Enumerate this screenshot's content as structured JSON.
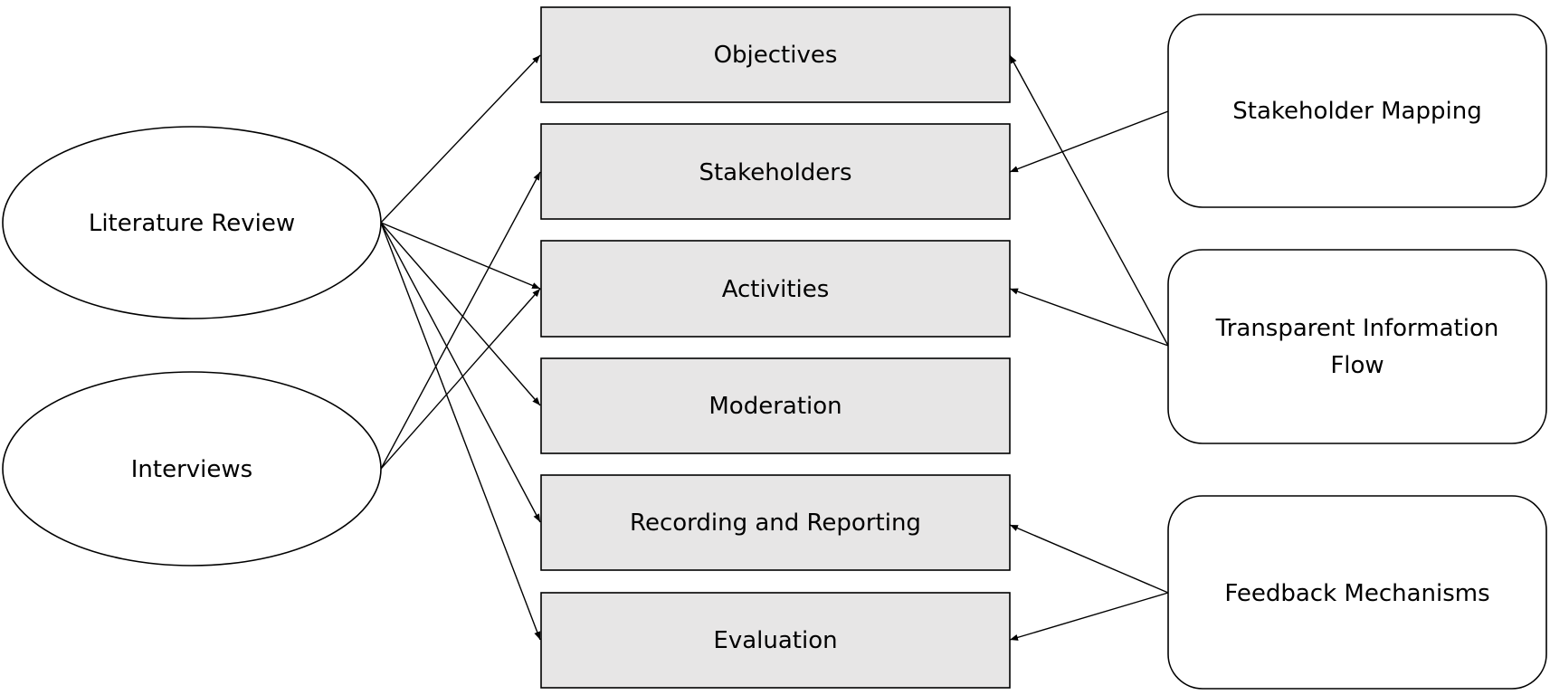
{
  "colors": {
    "block_fill": "#e7e6e6",
    "background": "#ffffff",
    "stroke": "#000000"
  },
  "sources": {
    "literature_review": "Literature Review",
    "interviews": "Interviews"
  },
  "elements": {
    "objectives": "Objectives",
    "stakeholders": "Stakeholders",
    "activities": "Activities",
    "moderation": "Moderation",
    "recording_reporting": "Recording and Reporting",
    "evaluation": "Evaluation"
  },
  "principles": {
    "stakeholder_mapping": "Stakeholder Mapping",
    "transparent_flow_line1": "Transparent Information",
    "transparent_flow_line2": "Flow",
    "feedback_mechanisms": "Feedback Mechanisms"
  },
  "connections": [
    {
      "from": "literature_review",
      "to": "objectives"
    },
    {
      "from": "literature_review",
      "to": "activities"
    },
    {
      "from": "literature_review",
      "to": "moderation"
    },
    {
      "from": "literature_review",
      "to": "recording_reporting"
    },
    {
      "from": "literature_review",
      "to": "evaluation"
    },
    {
      "from": "interviews",
      "to": "stakeholders"
    },
    {
      "from": "interviews",
      "to": "activities"
    },
    {
      "from": "stakeholder_mapping",
      "to": "stakeholders"
    },
    {
      "from": "transparent_flow",
      "to": "objectives"
    },
    {
      "from": "transparent_flow",
      "to": "activities"
    },
    {
      "from": "feedback_mechanisms",
      "to": "recording_reporting"
    },
    {
      "from": "feedback_mechanisms",
      "to": "evaluation"
    }
  ]
}
